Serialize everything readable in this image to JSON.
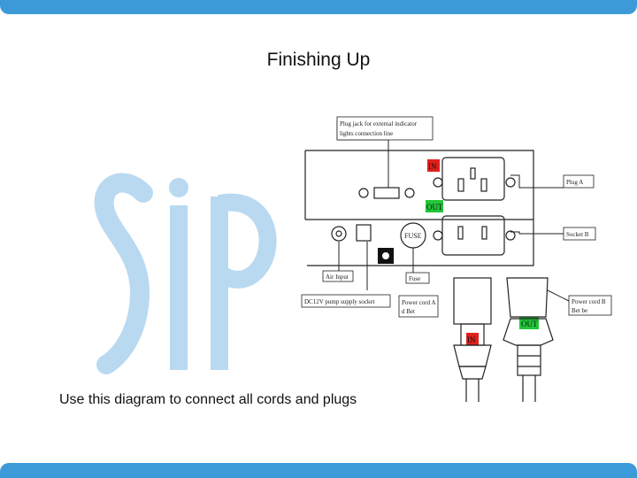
{
  "slide": {
    "title": "Finishing Up",
    "caption": "Use this diagram to connect all cords and plugs",
    "accent_color": "#3d9ad8",
    "logo_text": "SiP",
    "logo_color": "#b9d9f1"
  },
  "diagram": {
    "labels": {
      "plug_jack": [
        "Plug jack for external indicator",
        "lights connection line"
      ],
      "plug_a": "Plug A",
      "socket_b": "Socket B",
      "air_input": "Air Input",
      "fuse": "Fuse",
      "dc_power_socket": "DC12V pump supply socket",
      "power_cord_a": [
        "Power cord A",
        "d Bet"
      ],
      "power_cord_b": [
        "Power cord B",
        "Bet be"
      ]
    },
    "tags": {
      "in": "IN",
      "out": "OUT",
      "fuse_plate": "FUSE",
      "in_color": "#e0201c",
      "out_color": "#22c63a"
    }
  }
}
